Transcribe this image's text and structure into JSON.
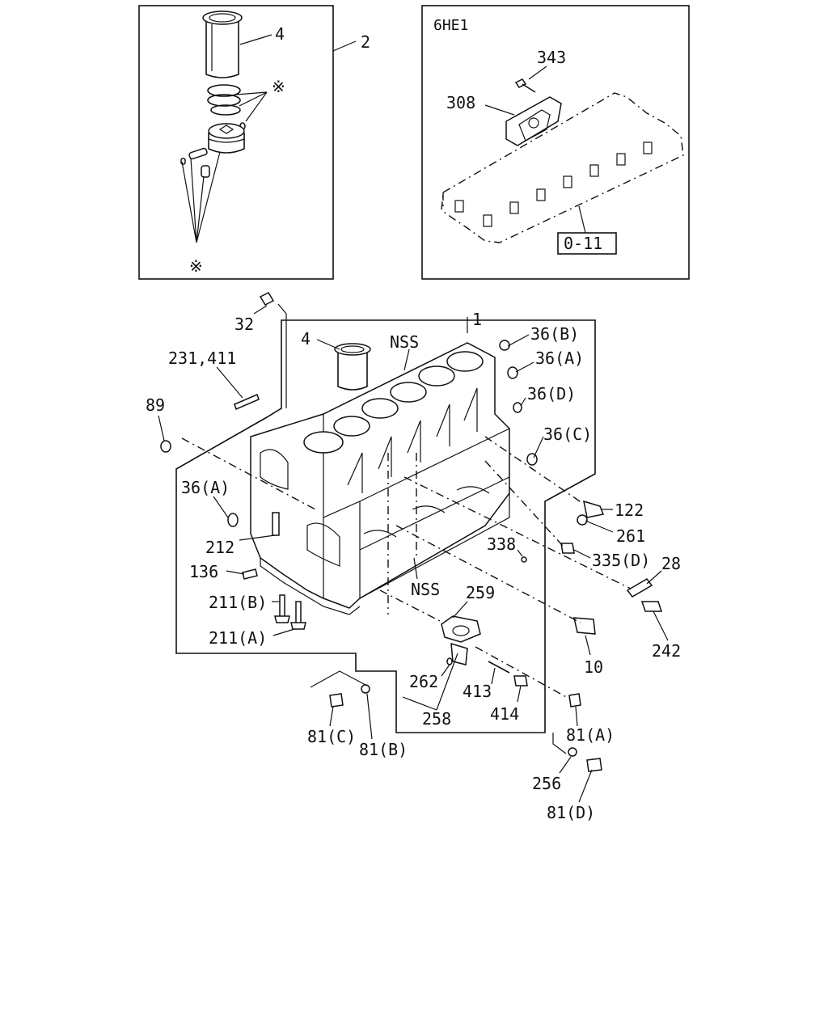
{
  "inset_left": {
    "labels": {
      "liner": "4",
      "piston_kit": "2",
      "rings_mark": "※",
      "pins_mark": "※"
    }
  },
  "inset_right": {
    "engine": "6HE1",
    "labels": {
      "bolt": "343",
      "bracket": "308",
      "ref": "0-11"
    }
  },
  "main": {
    "labels": {
      "block": "1",
      "plug_32": "32",
      "liner_4": "4",
      "nss_top": "NSS",
      "plug_36b": "36(B)",
      "plug_36a_right": "36(A)",
      "plug_36d": "36(D)",
      "plug_36c": "36(C)",
      "stud_231": "231,411",
      "plug_89": "89",
      "plug_36a_left": "36(A)",
      "pin_212": "212",
      "plug_136": "136",
      "bolt_211b": "211(B)",
      "bolt_211a": "211(A)",
      "plug_122": "122",
      "washer_261": "261",
      "bolt_335d": "335(D)",
      "plug_338": "338",
      "nss_bottom": "NSS",
      "bracket_28": "28",
      "sensor_242": "242",
      "housing_259": "259",
      "adapter_10": "10",
      "washer_262": "262",
      "stud_413": "413",
      "nut_414": "414",
      "housing_258": "258",
      "plug_81a": "81(A)",
      "plug_81c": "81(C)",
      "plug_81b": "81(B)",
      "washer_256": "256",
      "plug_81d": "81(D)"
    }
  }
}
